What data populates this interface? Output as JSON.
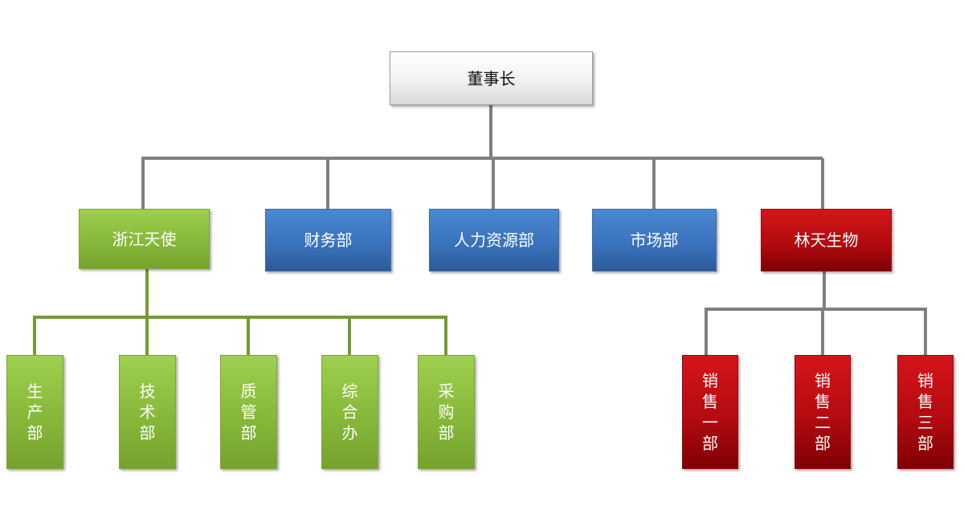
{
  "colors": {
    "root_fill": "#ebebeb",
    "green_fill": "#8dc041",
    "blue_fill": "#3a73bd",
    "red_fill": "#b30b10",
    "connector_gray": "#7f7f7f",
    "connector_green": "#769b33"
  },
  "chairman": {
    "label": "董事长"
  },
  "divisions": {
    "zhejiang": {
      "label": "浙江天使"
    },
    "finance": {
      "label": "财务部"
    },
    "hr": {
      "label": "人力资源部"
    },
    "marketing": {
      "label": "市场部"
    },
    "lintian": {
      "label": "林天生物"
    }
  },
  "zhejiang_units": [
    {
      "label": "生产部"
    },
    {
      "label": "技术部"
    },
    {
      "label": "质管部"
    },
    {
      "label": "综合办"
    },
    {
      "label": "采购部"
    }
  ],
  "lintian_units": [
    {
      "label": "销售一部"
    },
    {
      "label": "销售二部"
    },
    {
      "label": "销售三部"
    }
  ]
}
